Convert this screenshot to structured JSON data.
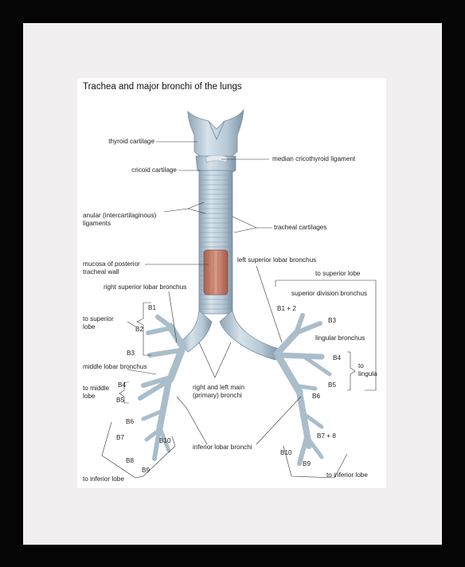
{
  "title": "Trachea and major bronchi of the lungs",
  "labels": {
    "thyroid_cartilage": "thyroid cartilage",
    "cricoid_cartilage": "cricoid cartilage",
    "median_cricothyroid": "median cricothyroid ligament",
    "anular_line1": "anular (intercartilaginous)",
    "anular_line2": "ligaments",
    "tracheal_cartilages": "tracheal cartilages",
    "mucosa_line1": "mucosa of posterior",
    "mucosa_line2": "tracheal wall",
    "left_superior_lobar": "left superior lobar bronchus",
    "right_superior_lobar": "right superior lobar bronchus",
    "to_superior_lobe_left_1": "to superior",
    "to_superior_lobe_left_2": "lobe",
    "middle_lobar": "middle lobar bronchus",
    "to_middle_lobe_1": "to middle",
    "to_middle_lobe_2": "lobe",
    "main_bronchi_1": "right and left main",
    "main_bronchi_2": "(primary) bronchi",
    "inferior_lobar": "inferior lobar bronchi",
    "to_inferior_lobe_left": "to inferior lobe",
    "to_superior_lobe_right": "to superior lobe",
    "superior_division": "superior division bronchus",
    "lingular": "lingular bronchus",
    "to_lingula_1": "to",
    "to_lingula_2": "lingula",
    "to_inferior_lobe_right": "to inferior lobe"
  },
  "segments": {
    "b1": "B1",
    "b2": "B2",
    "b3": "B3",
    "b4": "B4",
    "b5": "B5",
    "b6": "B6",
    "b7": "B7",
    "b8": "B8",
    "b9": "B9",
    "b10": "B10",
    "l_b1_2": "B1 + 2",
    "l_b3": "B3",
    "l_b4": "B4",
    "l_b5": "B5",
    "l_b6": "B6",
    "l_b7_8": "B7 + 8",
    "l_b9": "B9",
    "l_b10": "B10"
  },
  "colors": {
    "cartilage": "#b9cad6",
    "cartilage_dark": "#8fa5b6",
    "mucosa": "#c88574",
    "frame": "#050505",
    "mat": "#f1eff0"
  }
}
